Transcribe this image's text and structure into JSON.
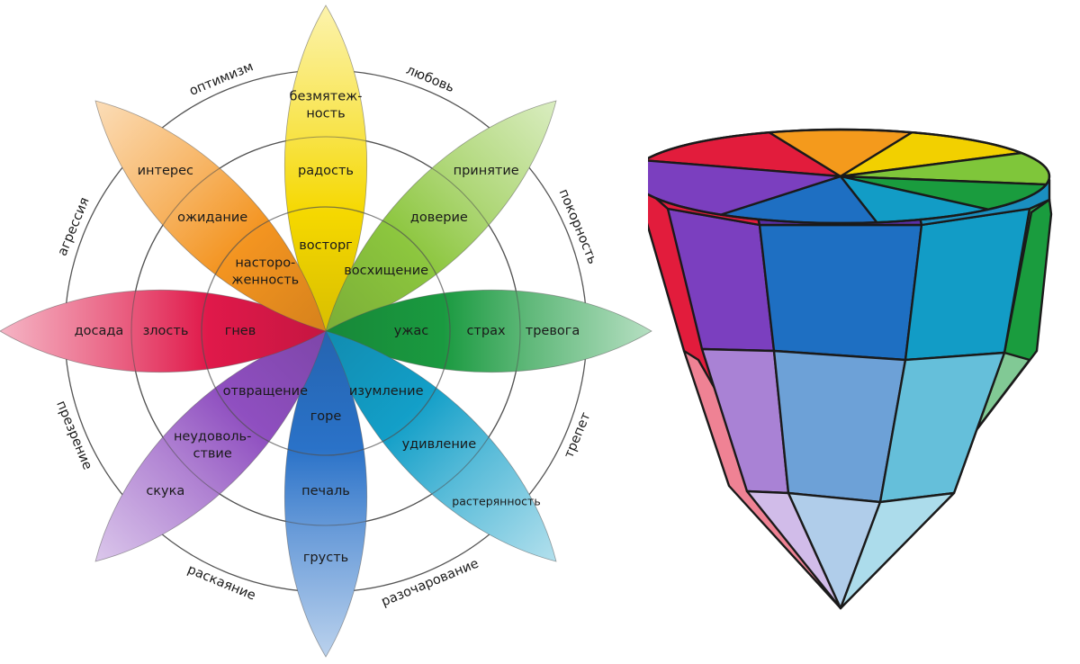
{
  "wheel": {
    "title": "",
    "petals": [
      {
        "key": "joy",
        "color": "#f5d800",
        "outer": [
          "безмятеж-",
          "ность"
        ],
        "middle": [
          "радость"
        ],
        "inner": [
          "восторг"
        ]
      },
      {
        "key": "trust",
        "color": "#8cc63e",
        "outer": [
          "принятие"
        ],
        "middle": [
          "доверие"
        ],
        "inner": [
          "восхищение"
        ]
      },
      {
        "key": "fear",
        "color": "#1a9a40",
        "outer": [
          "тревога"
        ],
        "middle": [
          "страх"
        ],
        "inner": [
          "ужас"
        ]
      },
      {
        "key": "surprise",
        "color": "#139fc8",
        "outer": [
          "растерянность"
        ],
        "middle": [
          "удивление"
        ],
        "inner": [
          "изумление"
        ]
      },
      {
        "key": "sadness",
        "color": "#2a72c8",
        "outer": [
          "грусть"
        ],
        "middle": [
          "печаль"
        ],
        "inner": [
          "горе"
        ]
      },
      {
        "key": "disgust",
        "color": "#8f4fc0",
        "outer": [
          "скука"
        ],
        "middle": [
          "неудоволь-",
          "ствие"
        ],
        "inner": [
          "отвращение"
        ]
      },
      {
        "key": "anger",
        "color": "#e0194a",
        "outer": [
          "досада"
        ],
        "middle": [
          "злость"
        ],
        "inner": [
          "гнев"
        ]
      },
      {
        "key": "anticipation",
        "color": "#f39420",
        "outer": [
          "интерес"
        ],
        "middle": [
          "ожидание"
        ],
        "inner": [
          "насторо-",
          "женность"
        ]
      }
    ],
    "dyads": [
      "любовь",
      "покорность",
      "трепет",
      "разочарование",
      "раскаяние",
      "презрение",
      "агрессия",
      "оптимизм"
    ]
  },
  "cone": {
    "top_colors": [
      "#e21c3c",
      "#f49a1c",
      "#f2d000",
      "#7fc63a",
      "#1a9c3e",
      "#129cc6",
      "#1e6fc2",
      "#7b3fbf"
    ],
    "front_colors": [
      "#7b3fbf",
      "#1e6fc2",
      "#129cc6"
    ],
    "left_color": "#e21c3c",
    "right_color": "#1a9c3e"
  }
}
